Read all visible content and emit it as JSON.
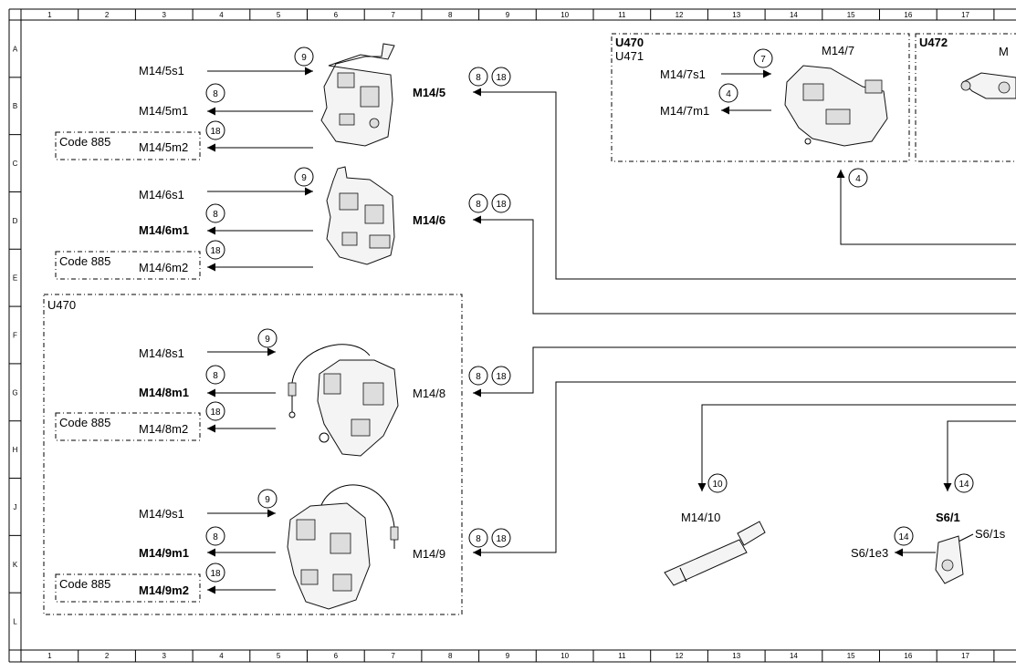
{
  "grid": {
    "columns": [
      "1",
      "2",
      "3",
      "4",
      "5",
      "6",
      "7",
      "8",
      "9",
      "10",
      "11",
      "12",
      "13",
      "14",
      "15",
      "16",
      "17"
    ],
    "rows": [
      "A",
      "B",
      "C",
      "D",
      "E",
      "F",
      "G",
      "H",
      "J",
      "K",
      "L"
    ]
  },
  "boxes": {
    "u470_top": {
      "label1": "U470",
      "label2": "U471"
    },
    "u472": {
      "label": "U472",
      "partial": "M"
    },
    "u470_main": {
      "label": "U470"
    },
    "code_a": "Code 885",
    "code_b": "Code 885",
    "code_c": "Code 885",
    "code_d": "Code 885"
  },
  "components": {
    "m14_5": {
      "main": "M14/5",
      "s1": "M14/5s1",
      "m1": "M14/5m1",
      "m2": "M14/5m2",
      "c_s1": "9",
      "c_m1": "8",
      "c_m2": "18",
      "c_a": "8",
      "c_b": "18"
    },
    "m14_6": {
      "main": "M14/6",
      "s1": "M14/6s1",
      "m1": "M14/6m1",
      "m2": "M14/6m2",
      "c_s1": "9",
      "c_m1": "8",
      "c_m2": "18",
      "c_a": "8",
      "c_b": "18"
    },
    "m14_7": {
      "main": "M14/7",
      "s1": "M14/7s1",
      "m1": "M14/7m1",
      "c_s1": "7",
      "c_m1": "4",
      "c_below": "4"
    },
    "m14_8": {
      "main": "M14/8",
      "s1": "M14/8s1",
      "m1": "M14/8m1",
      "m2": "M14/8m2",
      "c_s1": "9",
      "c_m1": "8",
      "c_m2": "18",
      "c_a": "8",
      "c_b": "18"
    },
    "m14_9": {
      "main": "M14/9",
      "s1": "M14/9s1",
      "m1": "M14/9m1",
      "m2": "M14/9m2",
      "c_s1": "9",
      "c_m1": "8",
      "c_m2": "18",
      "c_a": "8",
      "c_b": "18"
    },
    "m14_10": {
      "main": "M14/10",
      "c": "10"
    },
    "s6_1": {
      "main": "S6/1",
      "e3": "S6/1e3",
      "s1_partial": "S6/1s",
      "c_top": "14",
      "c_e3": "14"
    }
  }
}
